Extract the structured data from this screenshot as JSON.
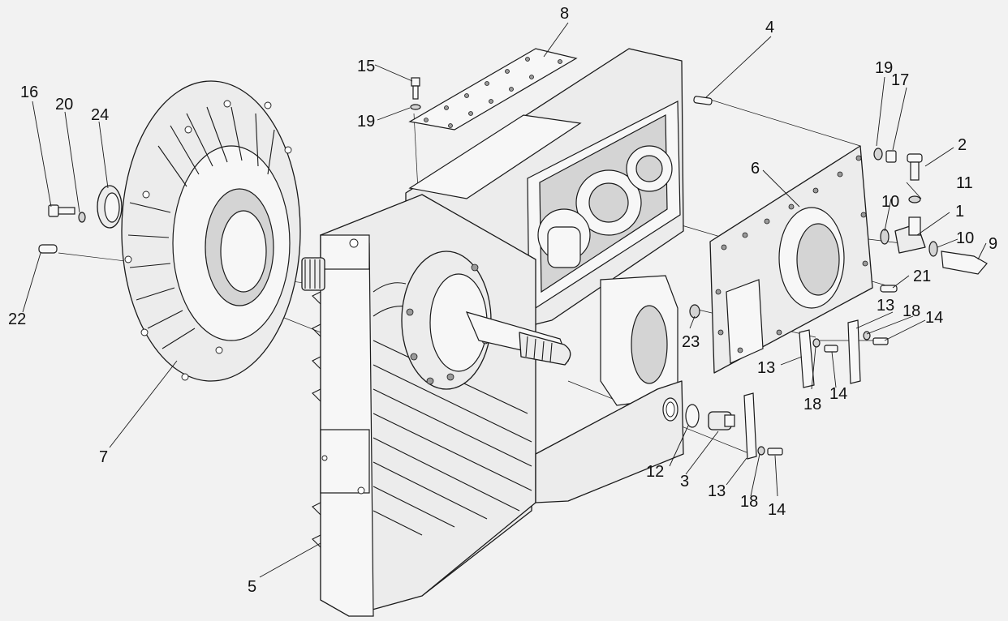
{
  "callouts": [
    {
      "id": "1",
      "text": "1"
    },
    {
      "id": "2",
      "text": "2"
    },
    {
      "id": "3",
      "text": "3"
    },
    {
      "id": "4",
      "text": "4"
    },
    {
      "id": "5",
      "text": "5"
    },
    {
      "id": "6",
      "text": "6"
    },
    {
      "id": "7",
      "text": "7"
    },
    {
      "id": "8",
      "text": "8"
    },
    {
      "id": "9",
      "text": "9"
    },
    {
      "id": "10a",
      "text": "10"
    },
    {
      "id": "10b",
      "text": "10"
    },
    {
      "id": "11",
      "text": "11"
    },
    {
      "id": "12",
      "text": "12"
    },
    {
      "id": "13a",
      "text": "13"
    },
    {
      "id": "13b",
      "text": "13"
    },
    {
      "id": "13c",
      "text": "13"
    },
    {
      "id": "14a",
      "text": "14"
    },
    {
      "id": "14b",
      "text": "14"
    },
    {
      "id": "14c",
      "text": "14"
    },
    {
      "id": "15",
      "text": "15"
    },
    {
      "id": "16",
      "text": "16"
    },
    {
      "id": "17",
      "text": "17"
    },
    {
      "id": "18a",
      "text": "18"
    },
    {
      "id": "18b",
      "text": "18"
    },
    {
      "id": "18c",
      "text": "18"
    },
    {
      "id": "19a",
      "text": "19"
    },
    {
      "id": "19b",
      "text": "19"
    },
    {
      "id": "20",
      "text": "20"
    },
    {
      "id": "21",
      "text": "21"
    },
    {
      "id": "22",
      "text": "22"
    },
    {
      "id": "23",
      "text": "23"
    },
    {
      "id": "24",
      "text": "24"
    }
  ]
}
